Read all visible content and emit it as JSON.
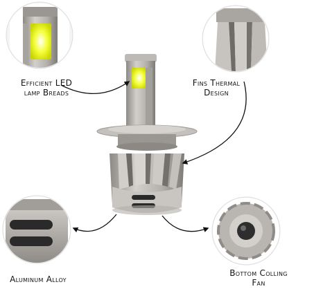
{
  "callouts": {
    "led": {
      "line1": "Efficient LED",
      "line2": "lamp Breads"
    },
    "fins": {
      "line1": "Fins Thermal",
      "line2": "Design"
    },
    "alloy": {
      "line1": "Aluminum Alloy"
    },
    "fan": {
      "line1": "Bottom Colling",
      "line2": "Fan"
    }
  },
  "colors": {
    "aluminum": "#b9b6b1",
    "aluminum_dark": "#8f8c88",
    "led_yellow": "#f4ff3a",
    "slot": "#2a2a2a",
    "arrow": "#111111"
  }
}
